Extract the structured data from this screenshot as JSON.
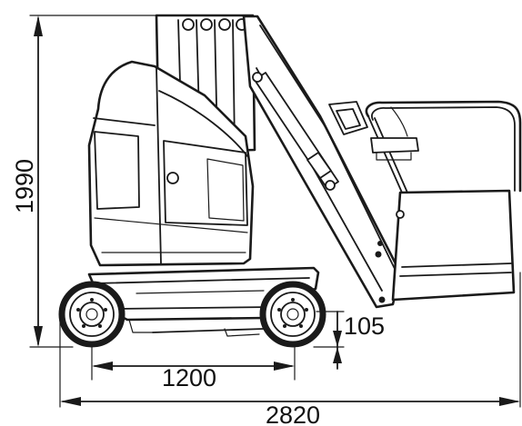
{
  "dimensions": {
    "height": "1990",
    "clearance": "105",
    "wheelbase": "1200",
    "length": "2820"
  },
  "colors": {
    "ink": "#1a1a1a",
    "background": "#ffffff"
  }
}
